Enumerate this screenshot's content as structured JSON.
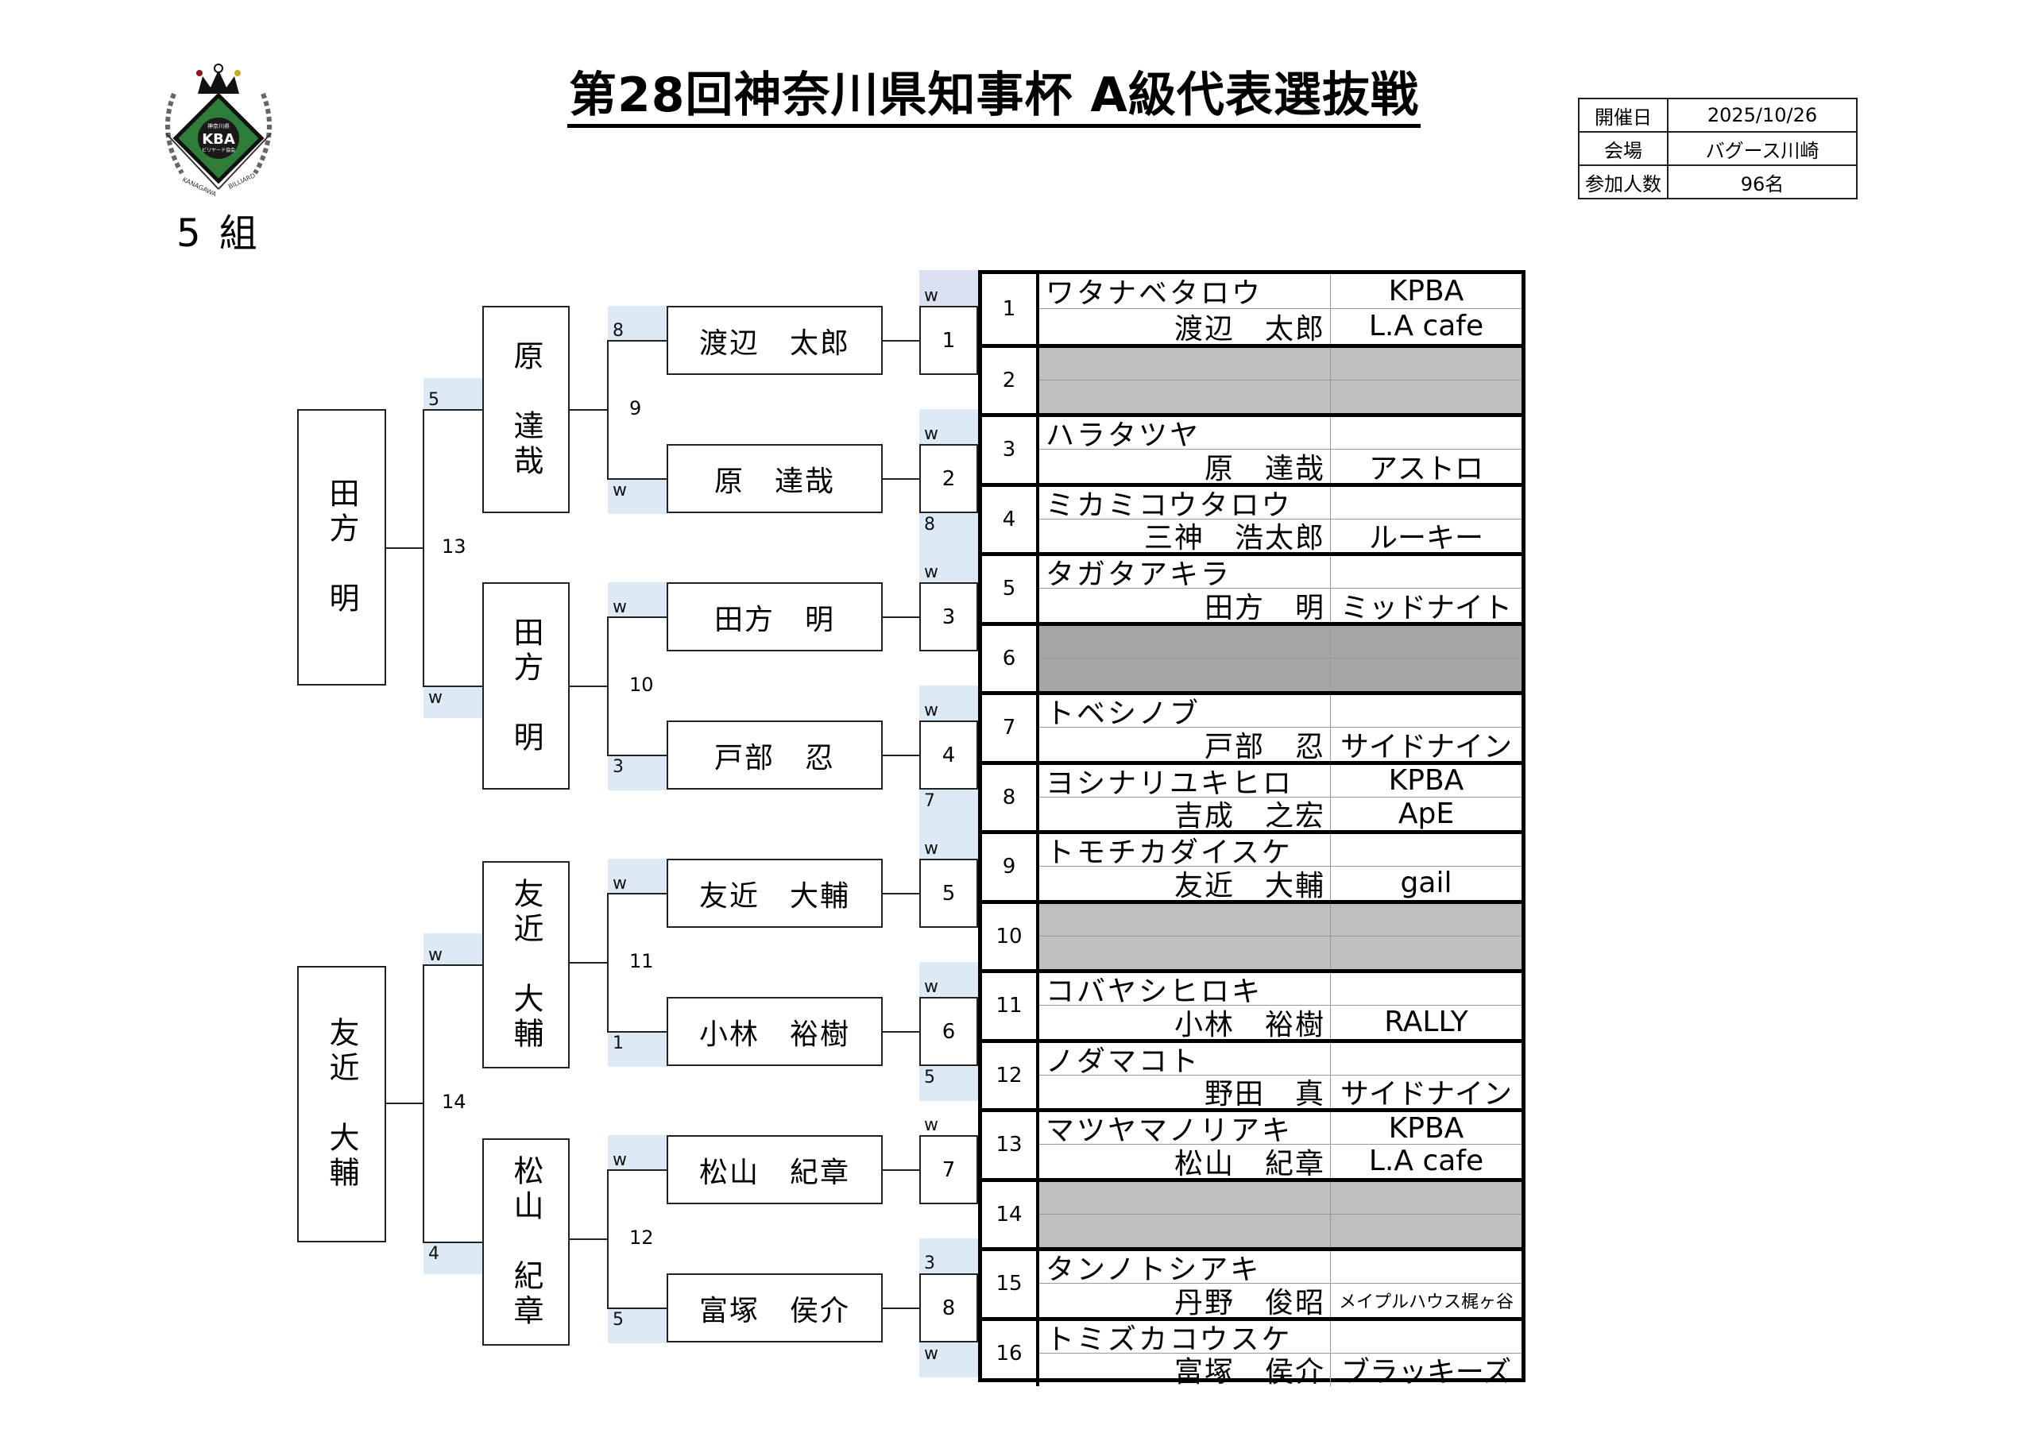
{
  "header": {
    "title": "第28回神奈川県知事杯 A級代表選抜戦",
    "group_label": "5 組",
    "logo": {
      "name": "kba-logo",
      "text_main": "KBA",
      "text_top": "神奈川県",
      "text_bottom": "ビリヤード協会",
      "ring_left": "KANAGAWA",
      "ring_right": "BILLIARD"
    }
  },
  "info": [
    {
      "label": "開催日",
      "value": "2025/10/26"
    },
    {
      "label": "会場",
      "value": "バグース川崎"
    },
    {
      "label": "参加人数",
      "value": "96名"
    }
  ],
  "colors": {
    "highlight": "#ddeaf6",
    "highlight_top": "#dce1f1",
    "bye": "#bfbfbf",
    "bye_dark": "#a6a6a6"
  },
  "bracket": {
    "finalists": [
      {
        "name": "田方　明",
        "match": "13",
        "top_note": "5",
        "bottom_note": "w"
      },
      {
        "name": "友近　大輔",
        "match": "14",
        "top_note": "w",
        "bottom_note": "4"
      }
    ],
    "semifinalists": [
      {
        "name": "原　達哉",
        "match": "9",
        "top_note": "8",
        "bottom_note": "w"
      },
      {
        "name": "田方　明",
        "match": "10",
        "top_note": "w",
        "bottom_note": "3"
      },
      {
        "name": "友近　大輔",
        "match": "11",
        "top_note": "w",
        "bottom_note": "1"
      },
      {
        "name": "松山　紀章",
        "match": "12",
        "top_note": "w",
        "bottom_note": "5"
      }
    ],
    "players": [
      {
        "name": "渡辺　太郎",
        "match_no": "1",
        "note_above": "w",
        "note_below": ""
      },
      {
        "name": "原　達哉",
        "match_no": "2",
        "note_above": "w",
        "note_below": "8"
      },
      {
        "name": "田方　明",
        "match_no": "3",
        "note_above": "w",
        "note_below": ""
      },
      {
        "name": "戸部　忍",
        "match_no": "4",
        "note_above": "w",
        "note_below": "7"
      },
      {
        "name": "友近　大輔",
        "match_no": "5",
        "note_above": "w",
        "note_below": ""
      },
      {
        "name": "小林　裕樹",
        "match_no": "6",
        "note_above": "w",
        "note_below": "5"
      },
      {
        "name": "松山　紀章",
        "match_no": "7",
        "note_above": "w",
        "note_below": ""
      },
      {
        "name": "富塚　侯介",
        "match_no": "8",
        "note_above": "3",
        "note_below": "w"
      }
    ]
  },
  "entries": [
    {
      "no": "1",
      "kana": "ワタナベタロウ",
      "name": "渡辺　太郎",
      "club1": "KPBA",
      "club2": "L.A cafe",
      "bye": false
    },
    {
      "no": "2",
      "kana": "",
      "name": "",
      "club1": "",
      "club2": "",
      "bye": true
    },
    {
      "no": "3",
      "kana": "ハラタツヤ",
      "name": "原　達哉",
      "club1": "",
      "club2": "アストロ",
      "bye": false
    },
    {
      "no": "4",
      "kana": "ミカミコウタロウ",
      "name": "三神　浩太郎",
      "club1": "",
      "club2": "ルーキー",
      "bye": false
    },
    {
      "no": "5",
      "kana": "タガタアキラ",
      "name": "田方　明",
      "club1": "",
      "club2": "ミッドナイト",
      "bye": false
    },
    {
      "no": "6",
      "kana": "",
      "name": "",
      "club1": "",
      "club2": "",
      "bye": true,
      "dark": true
    },
    {
      "no": "7",
      "kana": "トベシノブ",
      "name": "戸部　忍",
      "club1": "",
      "club2": "サイドナイン",
      "bye": false
    },
    {
      "no": "8",
      "kana": "ヨシナリユキヒロ",
      "name": "吉成　之宏",
      "club1": "KPBA",
      "club2": "ApE",
      "bye": false
    },
    {
      "no": "9",
      "kana": "トモチカダイスケ",
      "name": "友近　大輔",
      "club1": "",
      "club2": "gail",
      "bye": false
    },
    {
      "no": "10",
      "kana": "",
      "name": "",
      "club1": "",
      "club2": "",
      "bye": true
    },
    {
      "no": "11",
      "kana": "コバヤシヒロキ",
      "name": "小林　裕樹",
      "club1": "",
      "club2": "RALLY",
      "bye": false
    },
    {
      "no": "12",
      "kana": "ノダマコト",
      "name": "野田　真",
      "club1": "",
      "club2": "サイドナイン",
      "bye": false
    },
    {
      "no": "13",
      "kana": "マツヤマノリアキ",
      "name": "松山　紀章",
      "club1": "KPBA",
      "club2": "L.A cafe",
      "bye": false
    },
    {
      "no": "14",
      "kana": "",
      "name": "",
      "club1": "",
      "club2": "",
      "bye": true
    },
    {
      "no": "15",
      "kana": "タンノトシアキ",
      "name": "丹野　俊昭",
      "club1": "",
      "club2": "メイプルハウス梶ヶ谷",
      "bye": false,
      "small_club": true
    },
    {
      "no": "16",
      "kana": "トミズカコウスケ",
      "name": "富塚　侯介",
      "club1": "",
      "club2": "ブラッキーズ",
      "bye": false
    }
  ]
}
